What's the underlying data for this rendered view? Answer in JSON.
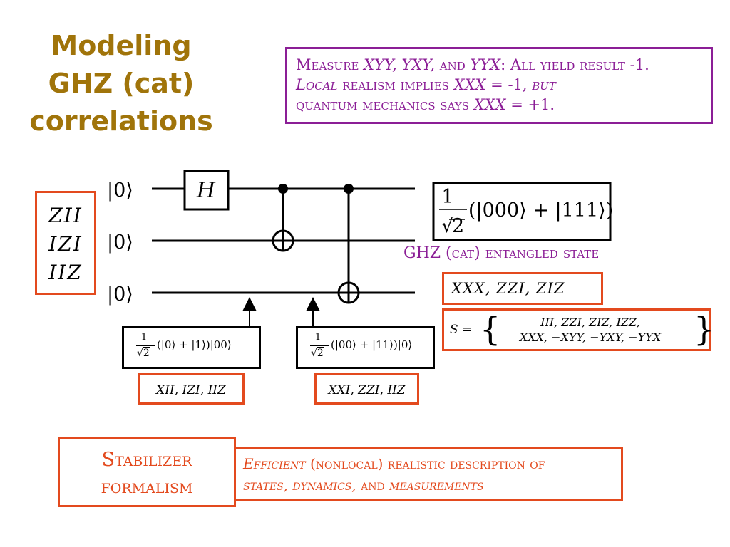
{
  "title": {
    "line1": "Modeling",
    "line2": "GHZ (cat)",
    "line3": "correlations"
  },
  "measure": {
    "l1_a": "Measure ",
    "l1_b": "XYY, YXY,",
    "l1_c": " and ",
    "l1_d": "YYX",
    "l1_e": ": All yield result -1.",
    "l2_a": "Local",
    "l2_b": " realism implies ",
    "l2_c": "XXX",
    "l2_d": " = -1, ",
    "l2_e": "but",
    "l3_a": "quantum mechanics says ",
    "l3_b": "XXX",
    "l3_c": " = +1."
  },
  "circuit": {
    "kets": [
      "|0⟩",
      "|0⟩",
      "|0⟩"
    ],
    "hadamard": "H",
    "left_ops": [
      "ZII",
      "IZI",
      "IIZ"
    ]
  },
  "states": {
    "ghz_state": "(|000⟩ + |111⟩)",
    "ghz_label": "GHZ (cat) entangled state",
    "ghz_stabilizers": "XXX, ZZI, ZIZ",
    "set_label": "S =",
    "set_row1": "III, ZZI, ZIZ, IZZ,",
    "set_row2": "XXX, −XYY, −YXY, −YYX",
    "state1": "(|0⟩ + |1⟩)|00⟩",
    "state1_ops": "XII, IZI, IIZ",
    "state2": "(|00⟩ + |11⟩)|0⟩",
    "state2_ops": "XXI, ZZI, IIZ",
    "frac_num": "1",
    "frac_den": "2"
  },
  "bottom": {
    "stab_line1": "Stabilizer",
    "stab_line2": "formalism",
    "eff_a": "Efficient",
    "eff_b": " (nonlocal) realistic description of",
    "eff_c": "states, dynamics,",
    "eff_d": " and ",
    "eff_e": "measurements"
  },
  "colors": {
    "title": "#a0740a",
    "purple": "#8b1e96",
    "red": "#e34a1e"
  }
}
